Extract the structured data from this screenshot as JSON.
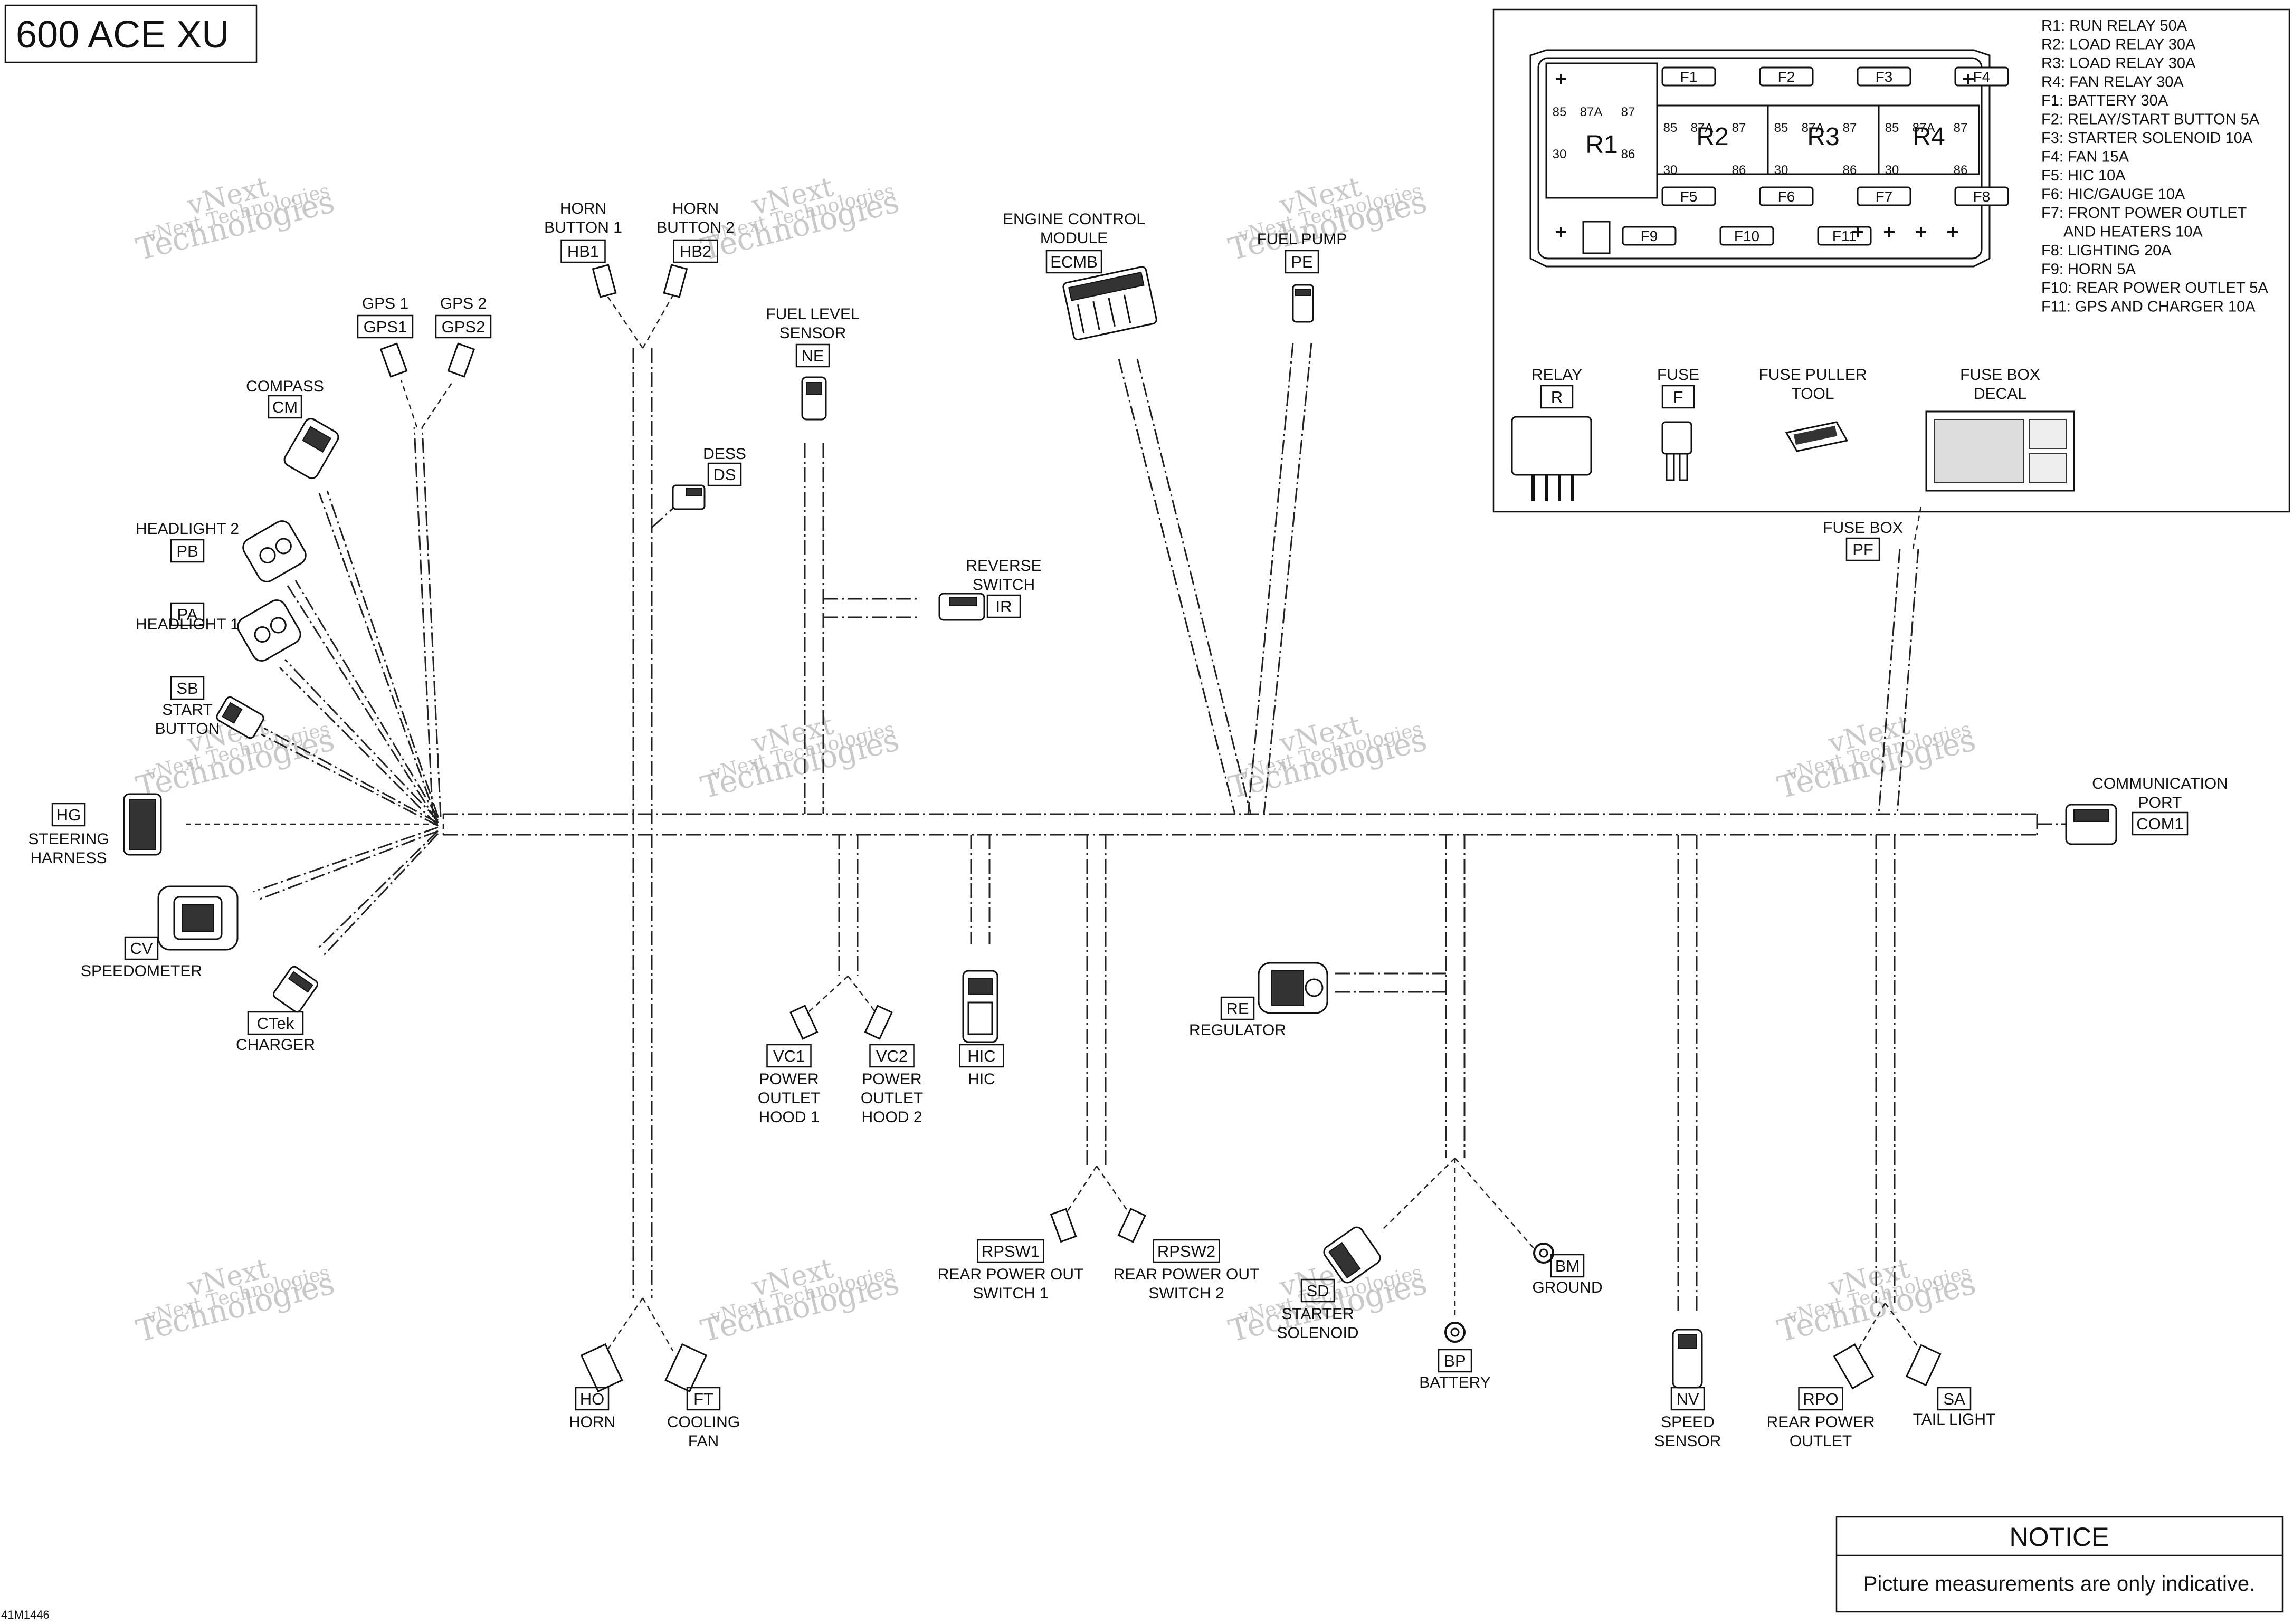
{
  "title": "600 ACE XU",
  "figure_id": "41M1446",
  "watermark": [
    "vNext",
    "Technologies",
    "vNext Technologies"
  ],
  "relay_legend": {
    "lines": [
      "R1: RUN RELAY 50A",
      "R2: LOAD RELAY 30A",
      "R3: LOAD RELAY 30A",
      "R4: FAN RELAY 30A",
      "F1: BATTERY 30A",
      "F2: RELAY/START BUTTON 5A",
      "F3: STARTER SOLENOID 10A",
      "F4: FAN 15A",
      "F5: HIC 10A",
      "F6: HIC/GAUGE 10A",
      "F7: FRONT POWER OUTLET",
      "AND HEATERS 10A",
      "F8: LIGHTING 20A",
      "F9: HORN 5A",
      "F10: REAR POWER OUTLET 5A",
      "F11: GPS AND CHARGER 10A"
    ]
  },
  "fuse_box": {
    "relays": [
      "R1",
      "R2",
      "R3",
      "R4"
    ],
    "pins": [
      "85",
      "87A",
      "87",
      "30",
      "86"
    ],
    "fuses_row1": [
      "F1",
      "F2",
      "F3",
      "F4"
    ],
    "fuses_row2": [
      "F5",
      "F6",
      "F7",
      "F8"
    ],
    "fuses_row3": [
      "F9",
      "F10",
      "F11"
    ]
  },
  "parts_inset": [
    {
      "name": "RELAY",
      "code": "R"
    },
    {
      "name": "FUSE",
      "code": "F"
    },
    {
      "name": "FUSE PULLER",
      "name2": "TOOL"
    },
    {
      "name": "FUSE BOX",
      "name2": "DECAL"
    }
  ],
  "connectors": {
    "gps1": {
      "label": "GPS 1",
      "code": "GPS1"
    },
    "gps2": {
      "label": "GPS 2",
      "code": "GPS2"
    },
    "hb1": {
      "label": "HORN",
      "label2": "BUTTON 1",
      "code": "HB1"
    },
    "hb2": {
      "label": "HORN",
      "label2": "BUTTON 2",
      "code": "HB2"
    },
    "ecmb": {
      "label": "ENGINE CONTROL",
      "label2": "MODULE",
      "code": "ECMB"
    },
    "pe": {
      "label": "FUEL PUMP",
      "code": "PE"
    },
    "ne": {
      "label": "FUEL LEVEL",
      "label2": "SENSOR",
      "code": "NE"
    },
    "ds": {
      "label": "DESS",
      "code": "DS"
    },
    "ir": {
      "label": "REVERSE",
      "label2": "SWITCH",
      "code": "IR"
    },
    "cm": {
      "label": "COMPASS",
      "code": "CM"
    },
    "pb": {
      "label": "HEADLIGHT 2",
      "code": "PB"
    },
    "pa": {
      "label": "HEADLIGHT 1",
      "code": "PA"
    },
    "sb": {
      "label": "START",
      "label2": "BUTTON",
      "code": "SB"
    },
    "hg": {
      "label": "STEERING",
      "label2": "HARNESS",
      "code": "HG"
    },
    "cv": {
      "label": "SPEEDOMETER",
      "code": "CV"
    },
    "ctek": {
      "label": "CHARGER",
      "code": "CTek"
    },
    "vc1": {
      "label": "POWER",
      "label2": "OUTLET",
      "label3": "HOOD 1",
      "code": "VC1"
    },
    "vc2": {
      "label": "POWER",
      "label2": "OUTLET",
      "label3": "HOOD 2",
      "code": "VC2"
    },
    "hic": {
      "label": "HIC",
      "code": "HIC"
    },
    "rpsw1": {
      "label": "REAR POWER OUT",
      "label2": "SWITCH 1",
      "code": "RPSW1"
    },
    "rpsw2": {
      "label": "REAR POWER OUT",
      "label2": "SWITCH 2",
      "code": "RPSW2"
    },
    "re": {
      "label": "REGULATOR",
      "code": "RE"
    },
    "sd": {
      "label": "STARTER",
      "label2": "SOLENOID",
      "code": "SD"
    },
    "bp": {
      "label": "BATTERY",
      "code": "BP"
    },
    "bm": {
      "label": "GROUND",
      "code": "BM"
    },
    "nv": {
      "label": "SPEED",
      "label2": "SENSOR",
      "code": "NV"
    },
    "rpo": {
      "label": "REAR POWER",
      "label2": "OUTLET",
      "code": "RPO"
    },
    "sa": {
      "label": "TAIL LIGHT",
      "code": "SA"
    },
    "ho": {
      "label": "HORN",
      "code": "HO"
    },
    "ft": {
      "label": "COOLING",
      "label2": "FAN",
      "code": "FT"
    },
    "pf": {
      "label": "FUSE BOX",
      "code": "PF"
    },
    "com1": {
      "label": "COMMUNICATION",
      "label2": "PORT",
      "code": "COM1"
    }
  },
  "notice": {
    "heading": "NOTICE",
    "text": "Picture measurements are only indicative."
  }
}
